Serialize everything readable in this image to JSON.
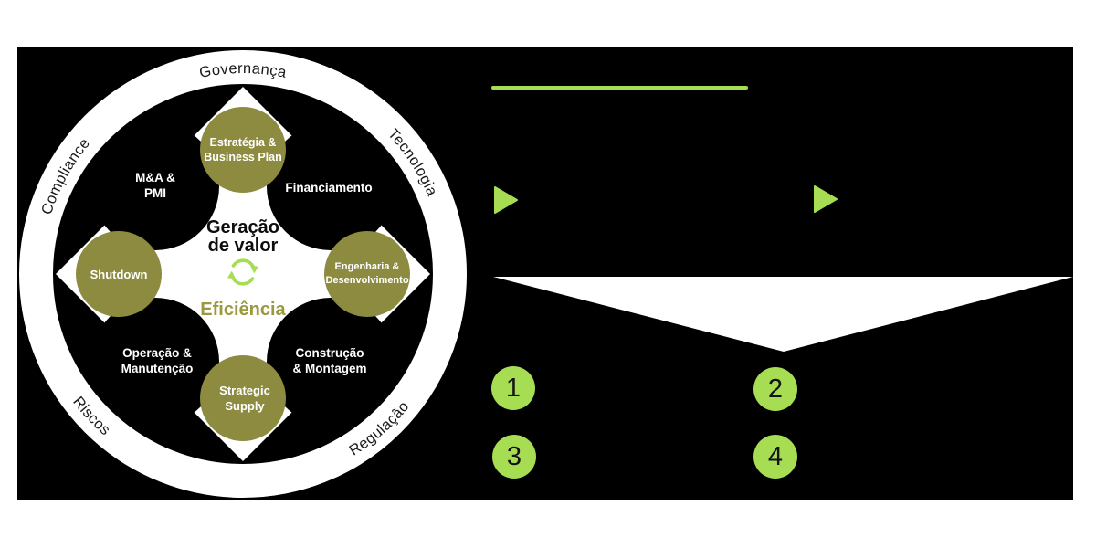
{
  "colors": {
    "accent": "#A6DD53",
    "olive_circle": "#8C8B40",
    "olive_text": "#9A993E",
    "slide_background": "#000000",
    "page_background": "#FFFFFF"
  },
  "wheel": {
    "ring_labels": {
      "governanca": "Governança",
      "tecnologia": "Tecnologia",
      "regulacao": "Regulação",
      "riscos": "Riscos",
      "compliance": "Compliance"
    },
    "center": {
      "title_line1": "Geração",
      "title_line2": "de valor",
      "subtitle": "Eficiência"
    },
    "nodes": {
      "estrategia": {
        "line1": "Estratégia &",
        "line2": "Business Plan"
      },
      "engenharia": {
        "line1": "Engenharia &",
        "line2": "Desenvolvimento"
      },
      "strategic": {
        "line1": "Strategic",
        "line2": "Supply"
      },
      "shutdown": {
        "line1": "Shutdown"
      }
    },
    "segments": {
      "mea": {
        "line1": "M&A &",
        "line2": "PMI"
      },
      "financiamento": {
        "line1": "Financiamento"
      },
      "construcao": {
        "line1": "Construção",
        "line2": "& Montagem"
      },
      "operacao": {
        "line1": "Operação &",
        "line2": "Manutenção"
      }
    }
  },
  "right_panel": {
    "steps": {
      "s1": "1",
      "s2": "2",
      "s3": "3",
      "s4": "4"
    }
  }
}
